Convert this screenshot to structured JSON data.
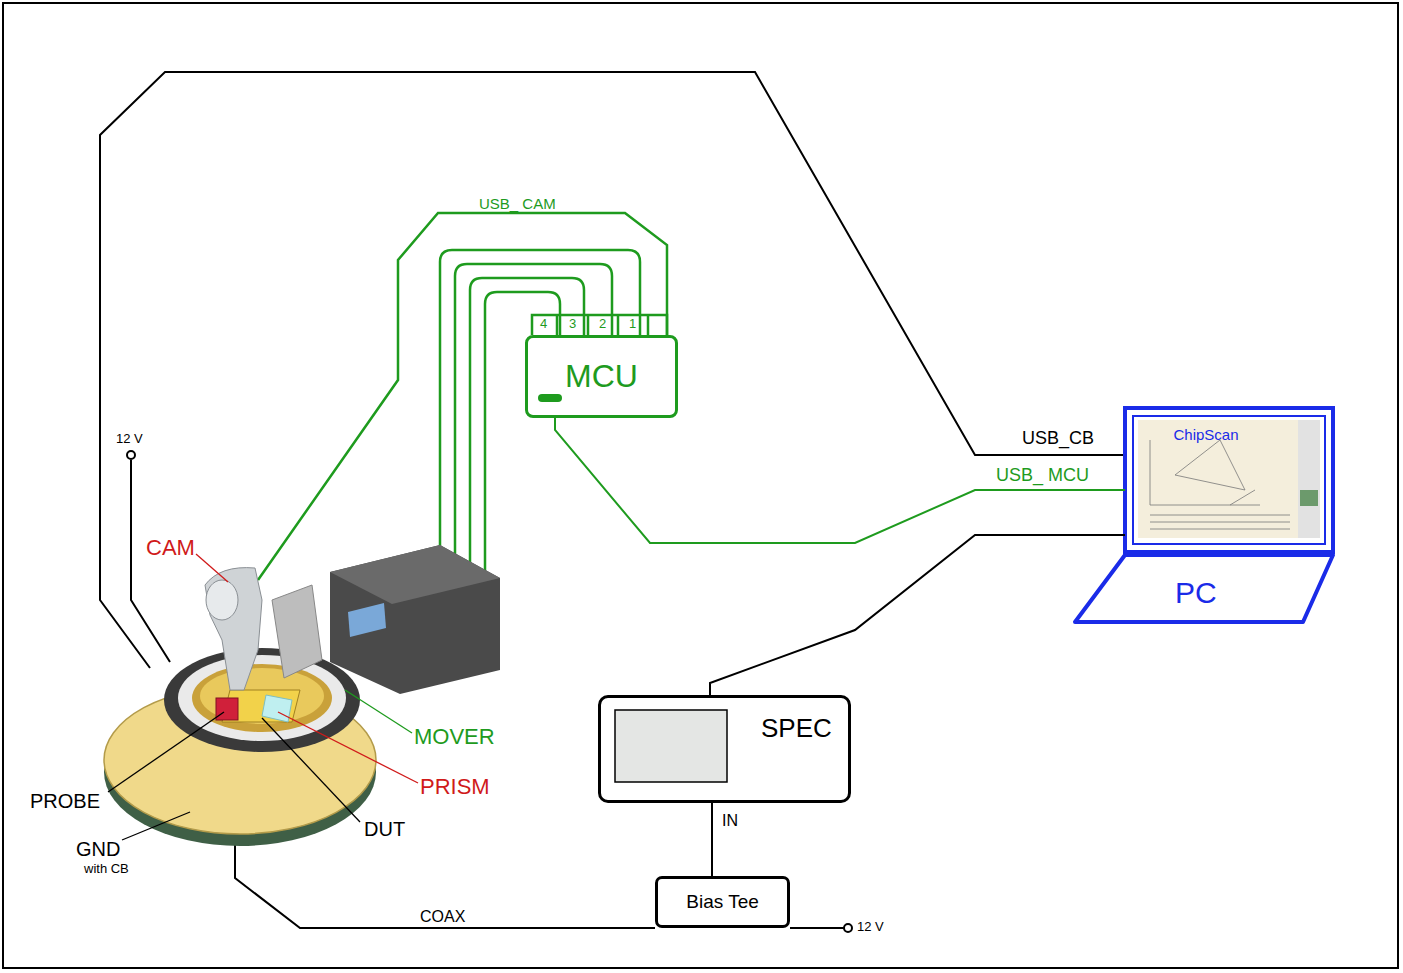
{
  "diagram": {
    "nodes": [
      {
        "text": [
          "MCU"
        ]
      },
      {
        "text": [
          "PC"
        ]
      },
      {
        "text": [
          "ChipScan"
        ],
        "in": 1
      },
      {
        "text": [
          "SPEC"
        ]
      },
      {
        "text": [
          "Bias Tee"
        ]
      }
    ],
    "edges": [
      {
        "from": 0,
        "to": 1,
        "label": "USB_ MCU",
        "arrow": "none"
      },
      {
        "from": 3,
        "to": 1,
        "arrow": "none"
      },
      {
        "from": 4,
        "to": 3,
        "label": "IN",
        "arrow": "none"
      }
    ],
    "labels": [
      "USB_ CAM",
      "4",
      "3",
      "2",
      "1",
      "12 V",
      "CAM",
      "MOVER",
      "PRISM",
      "PROBE",
      "DUT",
      "GND",
      "with CB",
      "USB_CB",
      "COAX",
      "12 V"
    ]
  }
}
